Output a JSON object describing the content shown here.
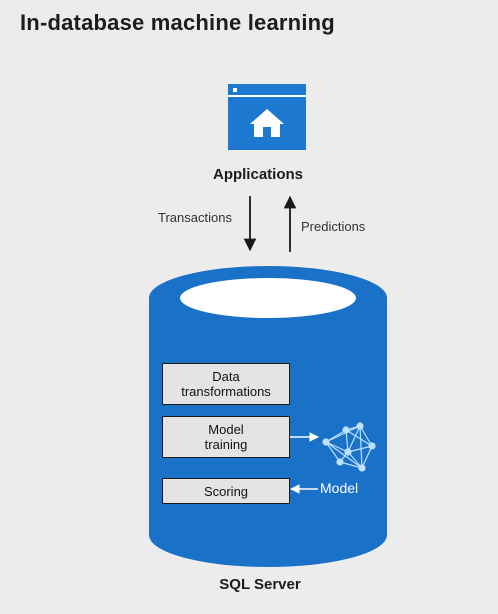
{
  "title": "In-database machine learning",
  "applications": {
    "label": "Applications",
    "icon": "app-window-home-icon"
  },
  "arrows": {
    "transactions_label": "Transactions",
    "predictions_label": "Predictions"
  },
  "database": {
    "boxes": [
      {
        "label": "Data\ntransformations"
      },
      {
        "label": "Model\ntraining"
      },
      {
        "label": "Scoring"
      }
    ],
    "model": {
      "label": "Model",
      "icon": "neural-network-icon"
    },
    "label": "SQL Server"
  },
  "colors": {
    "background": "#ececec",
    "database_blue": "#1a72c8",
    "icon_blue": "#1d78cf",
    "box_fill": "#e4e4e4"
  }
}
